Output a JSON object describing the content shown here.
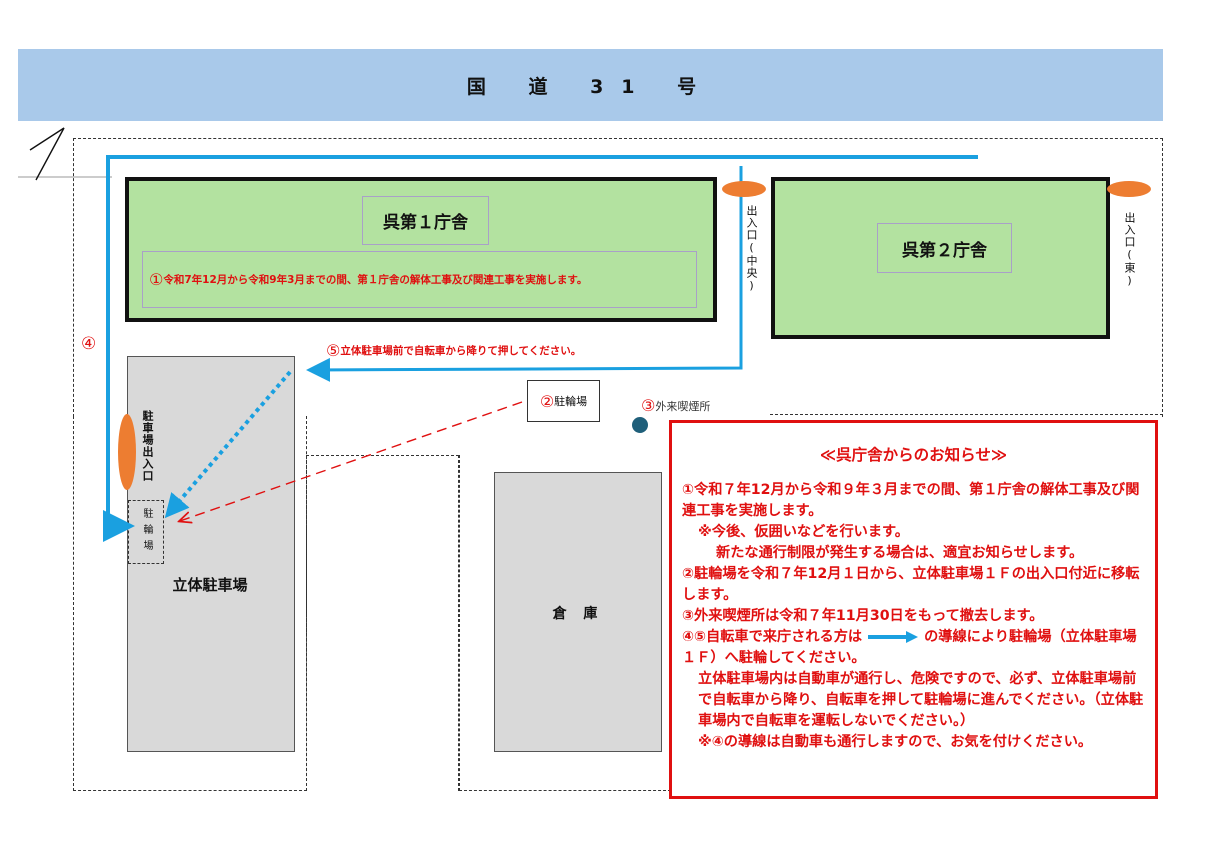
{
  "road": {
    "label": "国 道 31 号"
  },
  "buildings": {
    "b1": {
      "label": "呉第１庁舎"
    },
    "b2": {
      "label": "呉第２庁舎"
    },
    "parking": {
      "label": "立体駐車場"
    },
    "warehouse": {
      "label": "倉 庫"
    }
  },
  "entrances": {
    "center": "出入口(中央)",
    "east": "出入口(東)",
    "parking": "駐車場出入口"
  },
  "bike_parking_new": "駐輪場",
  "notes": {
    "n1": {
      "num": "①",
      "text": "令和7年12月から令和9年3月までの間、第１庁舎の解体工事及び関連工事を実施します。"
    },
    "n2": {
      "num": "②",
      "text": "駐輪場"
    },
    "n3": {
      "num": "③",
      "text": "外来喫煙所"
    },
    "n4": {
      "num": "④"
    },
    "n5": {
      "num": "⑤",
      "text": "立体駐車場前で自転車から降りて押してください。"
    }
  },
  "notice": {
    "title": "≪呉庁舎からのお知らせ≫",
    "l1": "①令和７年12月から令和９年３月までの間、第１庁舎の解体工事及び関連工事を実施します。",
    "l2": "※今後、仮囲いなどを行います。",
    "l3": "新たな通行制限が発生する場合は、適宜お知らせします。",
    "l4": "②駐輪場を令和７年12月１日から、立体駐車場１Ｆの出入口付近に移転します。",
    "l5": "③外来喫煙所は令和７年11月30日をもって撤去します。",
    "l6a": "④⑤自転車で来庁される方は",
    "l6b": "の導線により駐輪場（立体駐車場１Ｆ）へ駐輪してください。",
    "l7": "立体駐車場内は自動車が通行し、危険ですので、必ず、立体駐車場前で自転車から降り、自転車を押して駐輪場に進んでください。（立体駐車場内で自転車を運転しないでください。）",
    "l8": "※④の導線は自動車も通行しますので、お気を付けください。"
  },
  "colors": {
    "road": "#a9c9ea",
    "building": "#b3e2a0",
    "route": "#1aa0e0",
    "entrance": "#ed7d31",
    "notice": "#e01010"
  }
}
